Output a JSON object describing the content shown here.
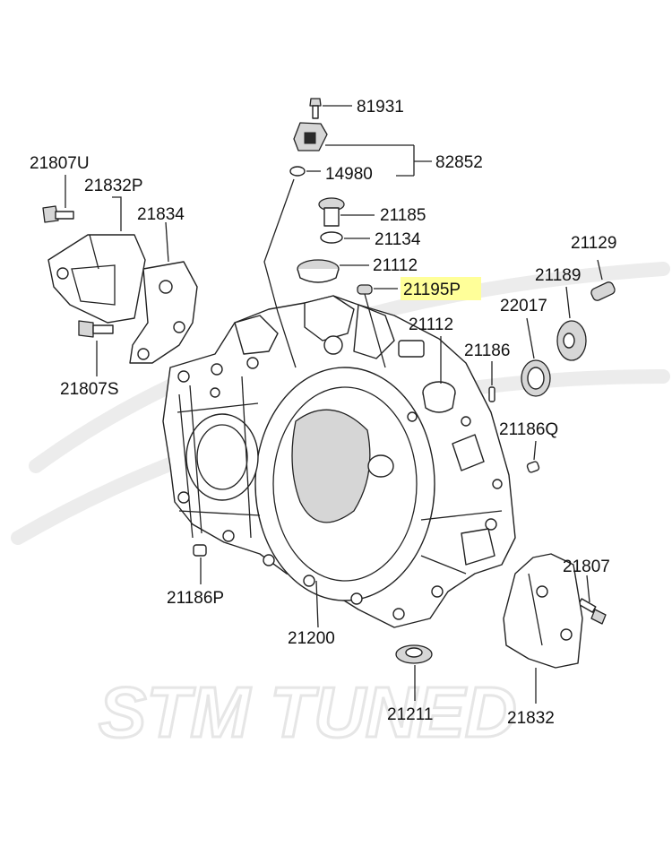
{
  "diagram": {
    "watermark": "STM TUNED",
    "highlight_part": "21195P",
    "parts": [
      {
        "id": "p81931",
        "number": "81931"
      },
      {
        "id": "p82852",
        "number": "82852"
      },
      {
        "id": "p14980",
        "number": "14980"
      },
      {
        "id": "p21807U",
        "number": "21807U"
      },
      {
        "id": "p21832P",
        "number": "21832P"
      },
      {
        "id": "p21834",
        "number": "21834"
      },
      {
        "id": "p21185",
        "number": "21185"
      },
      {
        "id": "p21134",
        "number": "21134"
      },
      {
        "id": "p21112a",
        "number": "21112"
      },
      {
        "id": "p21195P",
        "number": "21195P"
      },
      {
        "id": "p21129",
        "number": "21129"
      },
      {
        "id": "p21189",
        "number": "21189"
      },
      {
        "id": "p22017",
        "number": "22017"
      },
      {
        "id": "p21112b",
        "number": "21112"
      },
      {
        "id": "p21186",
        "number": "21186"
      },
      {
        "id": "p21807S",
        "number": "21807S"
      },
      {
        "id": "p21186Q",
        "number": "21186Q"
      },
      {
        "id": "p21807",
        "number": "21807"
      },
      {
        "id": "p21186P",
        "number": "21186P"
      },
      {
        "id": "p21200",
        "number": "21200"
      },
      {
        "id": "p21211",
        "number": "21211"
      },
      {
        "id": "p21832",
        "number": "21832"
      }
    ]
  }
}
